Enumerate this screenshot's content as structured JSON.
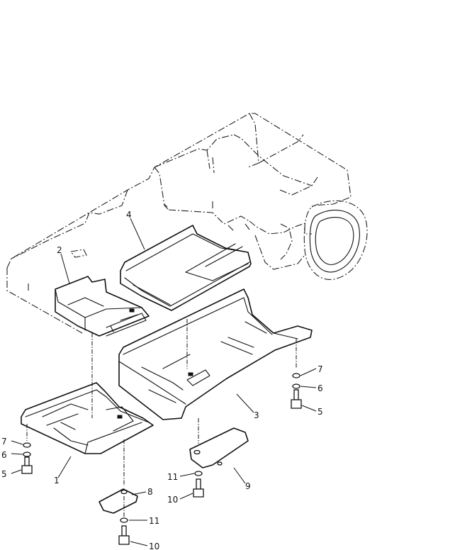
{
  "diagram": {
    "callouts": [
      {
        "id": "c1",
        "label": "1"
      },
      {
        "id": "c2",
        "label": "2"
      },
      {
        "id": "c3",
        "label": "3"
      },
      {
        "id": "c4",
        "label": "4"
      },
      {
        "id": "c5a",
        "label": "5"
      },
      {
        "id": "c5b",
        "label": "5"
      },
      {
        "id": "c6a",
        "label": "6"
      },
      {
        "id": "c6b",
        "label": "6"
      },
      {
        "id": "c7a",
        "label": "7"
      },
      {
        "id": "c7b",
        "label": "7"
      },
      {
        "id": "c8",
        "label": "8"
      },
      {
        "id": "c9",
        "label": "9"
      },
      {
        "id": "c10a",
        "label": "10"
      },
      {
        "id": "c10b",
        "label": "10"
      },
      {
        "id": "c11a",
        "label": "11"
      },
      {
        "id": "c11b",
        "label": "11"
      }
    ]
  }
}
